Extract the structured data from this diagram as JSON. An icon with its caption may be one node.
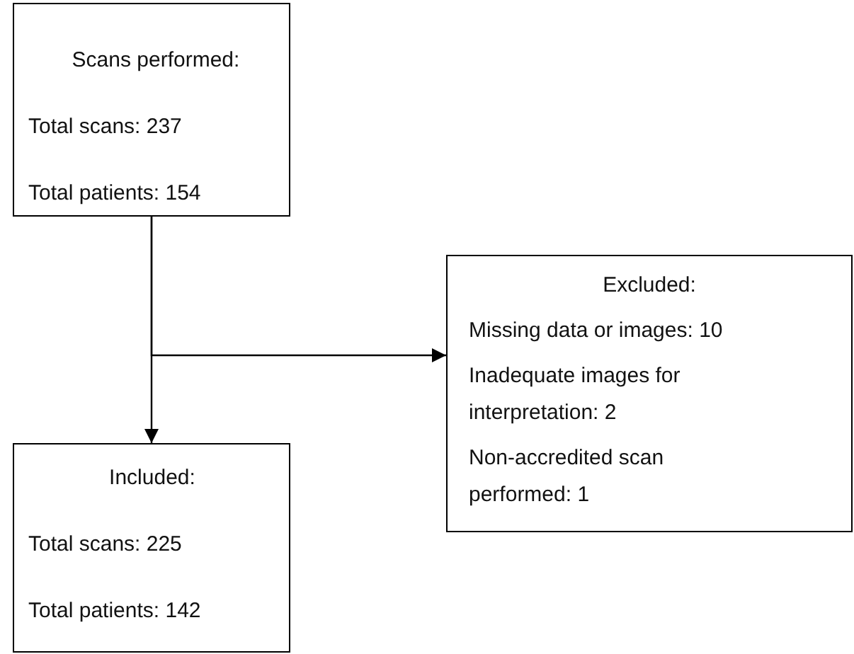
{
  "diagram": {
    "nodes": [
      {
        "text": [
          "Scans performed:",
          "Total scans: 237",
          "Total patients: 154"
        ]
      },
      {
        "text": [
          "Excluded:",
          "Missing data or images: 10",
          "Inadequate images for interpretation: 2",
          "Non-accredited scan performed: 1"
        ]
      },
      {
        "text": [
          "Included:",
          "Total scans: 225",
          "Total patients: 142"
        ]
      }
    ],
    "edges": [
      {
        "from": 0,
        "to": 1,
        "arrow": "to"
      },
      {
        "from": 0,
        "to": 2,
        "arrow": "to"
      }
    ]
  }
}
